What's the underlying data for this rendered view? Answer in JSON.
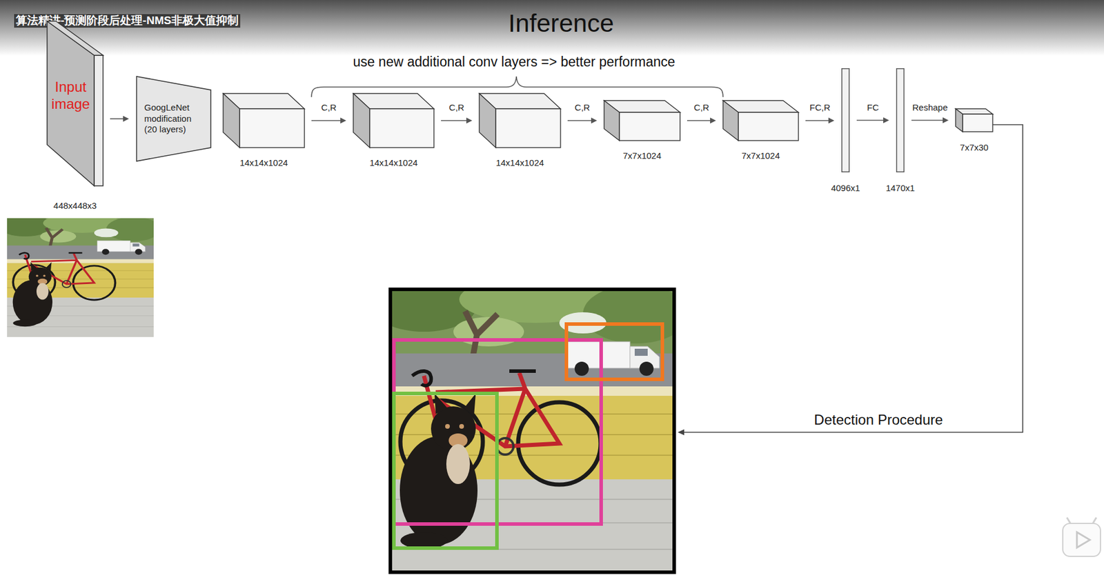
{
  "diagram": {
    "title": "Inference",
    "nodes": [
      {
        "text": [
          "Input image",
          "448x448x3"
        ]
      },
      {
        "text": [
          "GoogLeNet modification (20 layers)"
        ]
      },
      {
        "text": [
          "14x14x1024"
        ]
      },
      {
        "text": [
          "14x14x1024"
        ]
      },
      {
        "text": [
          "14x14x1024"
        ]
      },
      {
        "text": [
          "7x7x1024"
        ]
      },
      {
        "text": [
          "7x7x1024"
        ]
      },
      {
        "text": [
          "4096x1"
        ]
      },
      {
        "text": [
          "1470x1"
        ]
      },
      {
        "text": [
          "7x7x30"
        ]
      }
    ],
    "edges": [
      {
        "from": 0,
        "to": 1,
        "arrow": "to"
      },
      {
        "from": 2,
        "to": 3,
        "label": "C,R",
        "arrow": "to"
      },
      {
        "from": 3,
        "to": 4,
        "label": "C,R",
        "arrow": "to"
      },
      {
        "from": 4,
        "to": 5,
        "label": "C,R",
        "arrow": "to"
      },
      {
        "from": 5,
        "to": 6,
        "label": "C,R",
        "arrow": "to"
      },
      {
        "from": 6,
        "to": 7,
        "label": "FC,R",
        "arrow": "to"
      },
      {
        "from": 7,
        "to": 8,
        "label": "FC",
        "arrow": "to"
      },
      {
        "from": 8,
        "to": 9,
        "label": "Reshape",
        "arrow": "to"
      }
    ],
    "labels": [
      "算法精讲-预测阶段后处理-NMS非极大值抑制",
      "use new additional conv layers => better performance",
      "Detection Procedure"
    ]
  }
}
